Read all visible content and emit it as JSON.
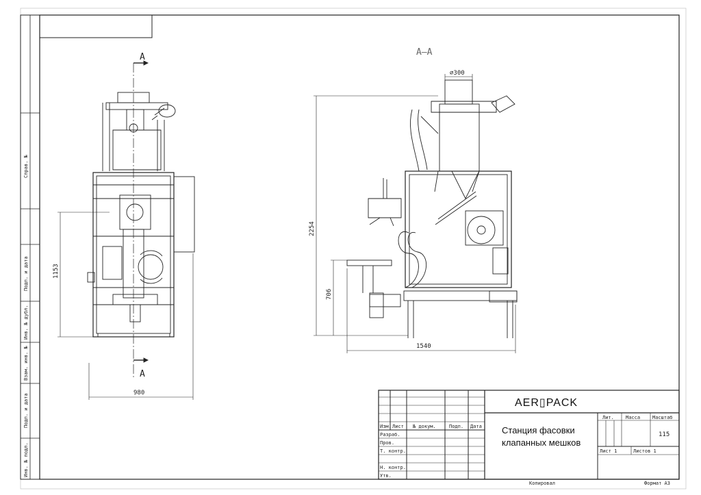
{
  "views": {
    "section_title": "А–А",
    "cut_mark_top": "А",
    "cut_mark_bottom": "А"
  },
  "dimensions": {
    "front_height": "1153",
    "front_width": "980",
    "side_total_height": "2254",
    "side_shelf_height": "706",
    "side_width": "1540",
    "pipe_diameter": "⌀300"
  },
  "side_strip": {
    "labels": [
      "Справ. №",
      "Подп. и дата",
      "Инв. № дубл.",
      "Взам. инв. №",
      "Подп. и дата",
      "Инв. № подл."
    ]
  },
  "title_block": {
    "company": "AER▯PACK",
    "name_line1": "Станция фасовки",
    "name_line2": "клапанных мешков",
    "header_cells": [
      "Изм.",
      "Лист",
      "№ докум.",
      "Подп.",
      "Дата"
    ],
    "roles": [
      "Разраб.",
      "Пров.",
      "Т. контр.",
      "",
      "Н. контр.",
      "Утв."
    ],
    "lit_label": "Лит.",
    "mass_label": "Масса",
    "scale_label": "Масштаб",
    "mass_value": "115",
    "sheet_label": "Лист 1",
    "sheets_label": "Листов 1",
    "copied_label": "Копировал",
    "format_label": "Формат А3"
  }
}
